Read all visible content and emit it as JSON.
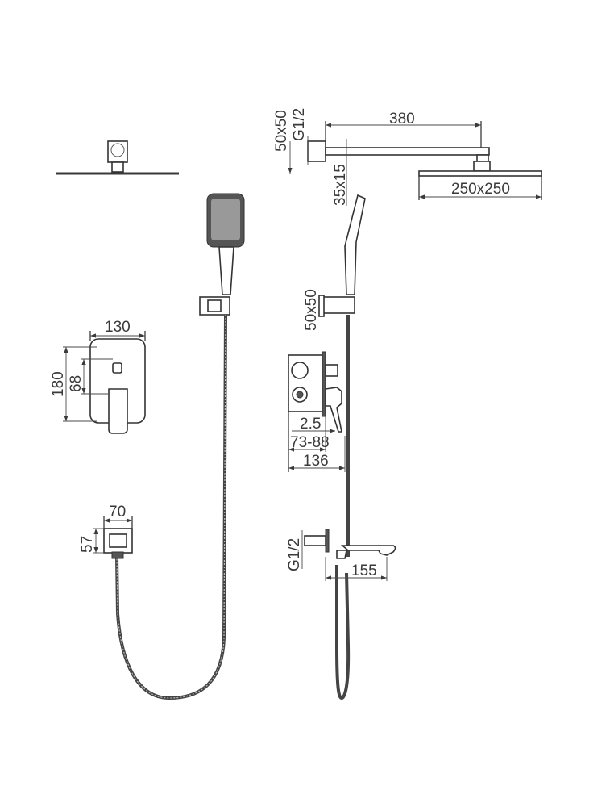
{
  "dimensions": {
    "arm_length": "380",
    "wall_flange": "50x50",
    "thread_top": "G1/2",
    "arm_section": "35x15",
    "head_size": "250x250",
    "holder_flange": "50x50",
    "valve_width": "130",
    "valve_height": "180",
    "valve_inner": "68",
    "outlet_width": "70",
    "outlet_height": "57",
    "plate_thickness": "2.5",
    "install_depth": "73-88",
    "total_depth": "136",
    "thread_spout": "G1/2",
    "spout_length": "155"
  }
}
